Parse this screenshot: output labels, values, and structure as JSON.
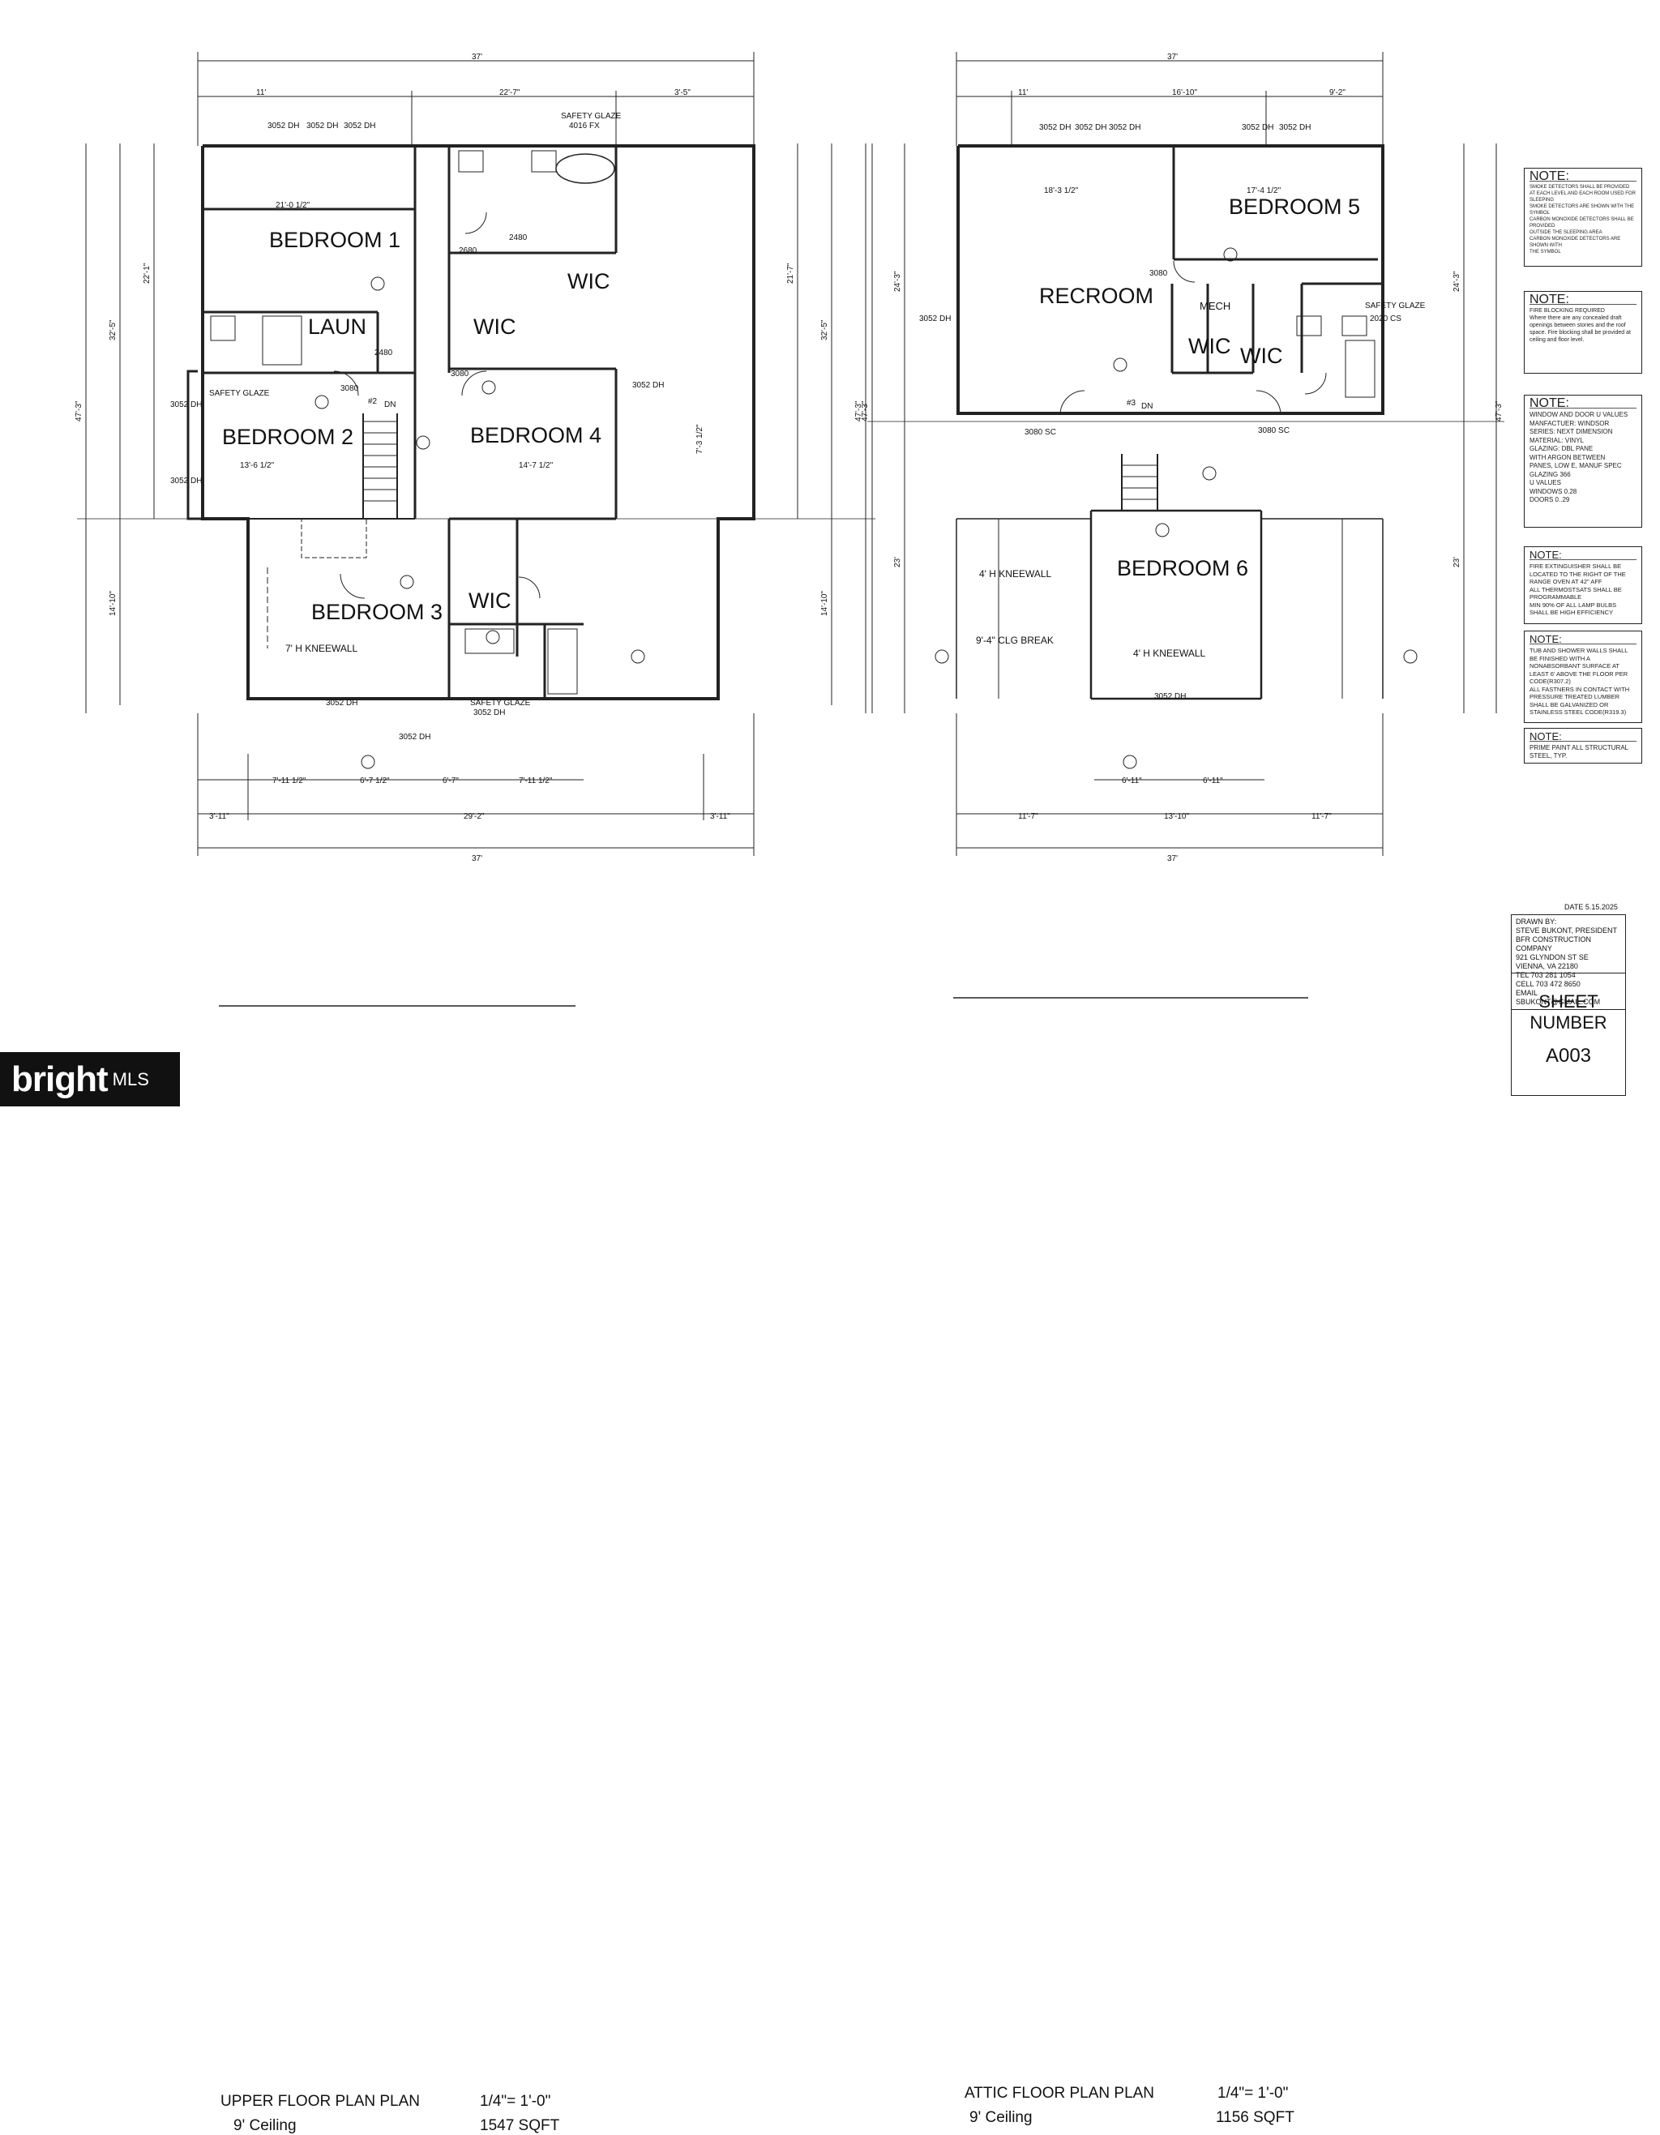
{
  "left_plan": {
    "rooms": {
      "bedroom1": "BEDROOM 1",
      "bedroom2": "BEDROOM 2",
      "bedroom3": "BEDROOM 3",
      "bedroom4": "BEDROOM 4",
      "laun": "LAUN",
      "wic1": "WIC",
      "wic2": "WIC",
      "wic3": "WIC"
    },
    "dims": {
      "overall_top": "37'",
      "top_a": "11'",
      "top_b": "22'-7\"",
      "top_c": "3'-5\"",
      "overall_bottom": "37'",
      "bot_a": "3'-11\"",
      "bot_b": "29'-2\"",
      "bot_c": "3'-11\"",
      "bot_row_a": "7'-11 1/2\"",
      "bot_row_b": "6'-7 1/2\"",
      "bot_row_c": "6'-7\"",
      "bot_row_d": "7'-11 1/2\"",
      "left_total": "47'-3\"",
      "left_a": "32'-5\"",
      "left_b": "22'-1\"",
      "left_c": "14'-10\"",
      "right_total": "47'-3\"",
      "right_a": "32'-5\"",
      "right_b": "21'-7\"",
      "right_c": "14'-10\"",
      "b1_width": "21'-0 1/2\"",
      "b2_width": "13'-6 1/2\"",
      "b4_width": "14'-7 1/2\"",
      "b4_side": "7'-3 1/2\""
    },
    "labels": {
      "win_3052_a": "3052 DH",
      "win_3052_b": "3052 DH",
      "win_3052_c": "3052 DH",
      "safety_glaze_top": "SAFETY GLAZE",
      "fx": "4016 FX",
      "safety_glaze_left": "SAFETY GLAZE",
      "win_left_a": "3052 DH",
      "win_left_b": "3052 DH",
      "win_right": "3052 DH",
      "door_3080_a": "3080",
      "door_3080_b": "3080",
      "door_2480_a": "2480",
      "door_2480_b": "2480",
      "door_2680": "2680",
      "stair": "#2",
      "stair_dn": "DN",
      "kneewall": "7' H KNEEWALL",
      "win_bot_a": "3052 DH",
      "safety_glaze_bot": "SAFETY GLAZE",
      "win_bot_b": "3052 DH",
      "win_bot_c": "3052 DH"
    }
  },
  "right_plan": {
    "rooms": {
      "bedroom5": "BEDROOM 5",
      "recroom": "RECROOM",
      "bedroom6": "BEDROOM 6",
      "mech": "MECH",
      "wic1": "WIC",
      "wic2": "WIC"
    },
    "dims": {
      "overall_top": "37'",
      "top_a": "11'",
      "top_b": "16'-10\"",
      "top_c": "9'-2\"",
      "overall_bottom": "37'",
      "bot_a": "11'-7\"",
      "bot_b": "13'-10\"",
      "bot_c": "11'-7\"",
      "bot_row_a": "6'-11\"",
      "bot_row_b": "6'-11\"",
      "left_total": "47'-3\"",
      "left_a": "24'-3\"",
      "left_b": "23'",
      "right_total": "47'-3\"",
      "right_a": "24'-3\"",
      "right_b": "23'",
      "rec_width": "18'-3 1/2\"",
      "b5_width": "17'-4 1/2\""
    },
    "labels": {
      "win_a": "3052 DH",
      "win_b": "3052 DH",
      "win_c": "3052 DH",
      "win_d": "3052 DH",
      "win_e": "3052 DH",
      "win_left": "3052 DH",
      "safety_glaze": "SAFETY GLAZE",
      "cs": "2020 CS",
      "door_3080": "3080",
      "door_3080sc_a": "3080 SC",
      "door_3080sc_b": "3080 SC",
      "stair": "#3",
      "stair_dn": "DN",
      "kneewall_a": "4' H KNEEWALL",
      "kneewall_b": "4' H KNEEWALL",
      "clg_break": "9'-4\" CLG BREAK",
      "win_bot": "3052 DH"
    }
  },
  "notes": [
    {
      "head": "NOTE:",
      "body": "SMOKE DETECTORS SHALL BE PROVIDED\nAT EACH LEVEL AND EACH ROOM USED FOR SLEEPING\nSMOKE DETECTORS ARE SHOWN WITH THE SYMBOL\nCARBON MONOXIDE DETECTORS SHALL BE PROVIDED\nOUTSIDE THE SLEEPING AREA\nCARBON MONOXIDE DETECTORS ARE SHOWN WITH\nTHE SYMBOL"
    },
    {
      "head": "NOTE:",
      "body": "FIRE BLOCKING REQUIRED\nWhere there are any concealed draft openings between stories and the roof space. Fire blocking shall be provided at ceiling and floor level."
    },
    {
      "head": "NOTE:",
      "body": "WINDOW AND DOOR U VALUES\nMANFACTUER: WINDSOR\nSERIES: NEXT DIMENSION\nMATERIAL: VINYL\nGLAZING: DBL PANE\nWITH ARGON BETWEEN\nPANES, LOW E, MANUF SPEC\nGLAZING 366\nU VALUES\nWINDOWS  0.28\nDOORS  0..29"
    },
    {
      "head": "NOTE:",
      "body": "FIRE EXTINGUISHER SHALL BE\nLOCATED TO THE RIGHT OF THE\nRANGE OVEN AT 42\" AFF\nALL THERMOSTSATS SHALL BE\nPROGRAMMABLE\nMIN 90% OF ALL LAMP BULBS\nSHALL BE HIGH EFFICIENCY"
    },
    {
      "head": "NOTE:",
      "body": "TUB AND SHOWER WALLS SHALL\nBE FINISHED WITH A\nNONABSORBANT SURFACE AT\nLEAST 6' ABOVE THE FLOOR PER\nCODE(R307.2)\nALL FASTNERS IN CONTACT WITH\nPRESSURE TREATED LUMBER\nSHALL BE GALVANIZED OR\nSTAINLESS STEEL CODE(R319.3)"
    },
    {
      "head": "NOTE:",
      "body": "PRIME PAINT ALL STRUCTURAL\nSTEEL, TYP."
    }
  ],
  "titles": {
    "left_title": "UPPER FLOOR PLAN PLAN",
    "left_scale": "1/4\"= 1'-0\"",
    "left_ceiling": "9' Ceiling",
    "left_area": "1547 SQFT",
    "right_title": "ATTIC FLOOR PLAN PLAN",
    "right_scale": "1/4\"= 1'-0\"",
    "right_ceiling": "9' Ceiling",
    "right_area": "1156 SQFT"
  },
  "title_block": {
    "date": "DATE 5.15.2025",
    "drawn_by": "DRAWN BY:\nSTEVE BUKONT, PRESIDENT\nBFR CONSTRUCTION COMPANY\n921 GLYNDON ST SE\nVIENNA, VA 22180\nTEL  703 281 1054\nCELL 703 472 8650\nEMAIL SBUKONT@GMAIL.COM",
    "sheet_label": "SHEET\nNUMBER",
    "sheet_number": "A003"
  },
  "watermark": {
    "brand": "bright",
    "suffix": "MLS"
  }
}
